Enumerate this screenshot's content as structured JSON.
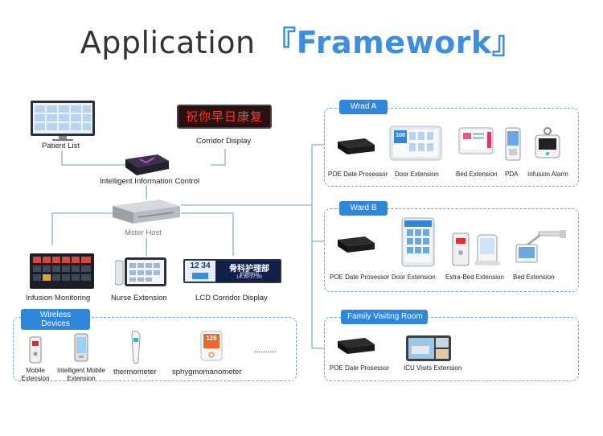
{
  "title": {
    "main": "Application ",
    "open": "『",
    "accent": "Framework",
    "close": "』"
  },
  "center": {
    "patient_list": "Patient List",
    "corridor_display": "Corridor Display",
    "corridor_led_text": "祝你早日康复",
    "intelligent_control": "Intelligent Information Control",
    "master_host": "Mster Host",
    "infusion_monitoring": "Infusion Monitoring",
    "nurse_extension": "Nurse Extension",
    "lcd_corridor_display": "LCD Corridor Display",
    "lcd_time": "12 34",
    "lcd_dept": "骨科护理部",
    "lcd_sub": "护理时间",
    "lcd_hours": "14:30-17:00"
  },
  "wireless": {
    "tag": "Wireless Devices",
    "devices": [
      "Mobile Extension",
      "Intelligent Mobile Extension",
      "thermometer",
      "sphygmomanometer"
    ],
    "ellipsis": "..........",
    "bp_reading": "128"
  },
  "ward_a": {
    "tag": "Wrad A",
    "devices": [
      "POE Date Prosessor",
      "Door Extension",
      "Bed Extension",
      "PDA",
      "Infusion Alarm"
    ],
    "screen_num": "108"
  },
  "ward_b": {
    "tag": "Ward B",
    "devices": [
      "POE Date Prosessor",
      "Door Extension",
      "Extra-Bed Extension",
      "Bed Extension"
    ]
  },
  "family": {
    "tag": "Family Visiting Room",
    "devices": [
      "POE Date Prosessor",
      "ICU Visits Extension"
    ]
  },
  "colors": {
    "accent": "#3d8ee0",
    "tag": "#2f86db",
    "panel_border": "#6aa0d8",
    "line": "#7fb1e3"
  }
}
